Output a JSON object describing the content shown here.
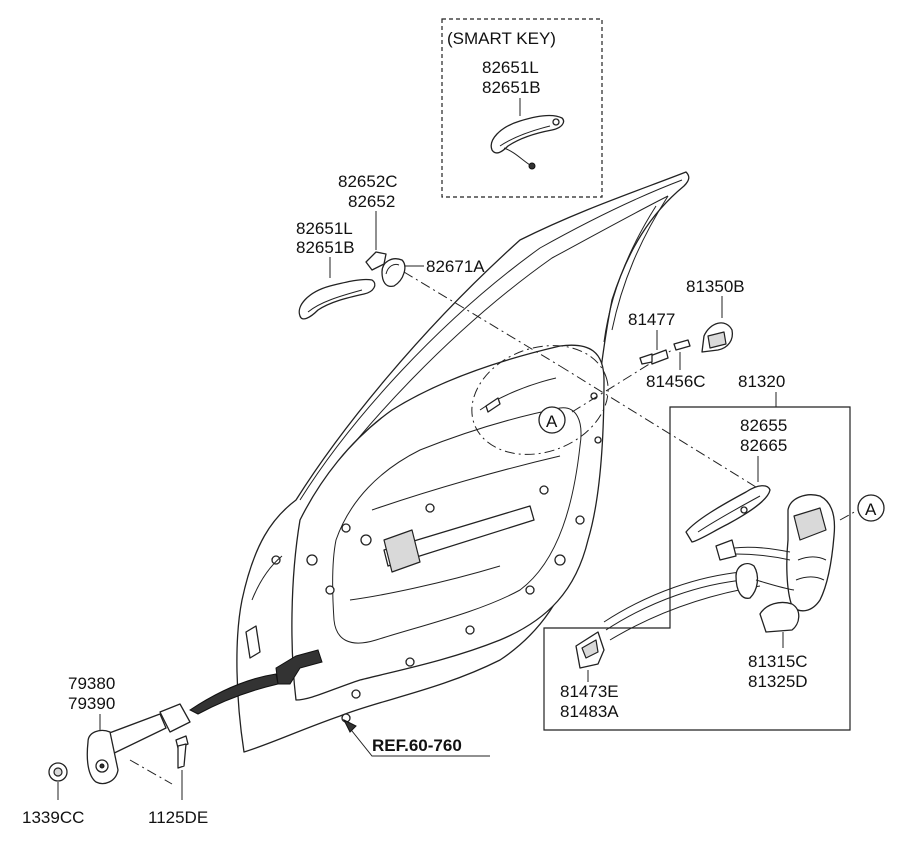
{
  "labels": {
    "smart_key_title": "(SMART KEY)",
    "sk_82651L": "82651L",
    "sk_82651B": "82651B",
    "p_82652C": "82652C",
    "p_82652": "82652",
    "p_82651L": "82651L",
    "p_82651B": "82651B",
    "p_82671A": "82671A",
    "p_81350B": "81350B",
    "p_81477": "81477",
    "p_81456C": "81456C",
    "p_81320": "81320",
    "p_82655": "82655",
    "p_82665": "82665",
    "callout_a": "A",
    "p_81315C": "81315C",
    "p_81325D": "81325D",
    "p_81473E": "81473E",
    "p_81483A": "81483A",
    "p_79380": "79380",
    "p_79390": "79390",
    "p_1339CC": "1339CC",
    "p_1125DE": "1125DE",
    "ref": "REF.60-760"
  },
  "colors": {
    "line": "#222222",
    "part_fill": "#ffffff",
    "shade": "#d9d9d9"
  }
}
